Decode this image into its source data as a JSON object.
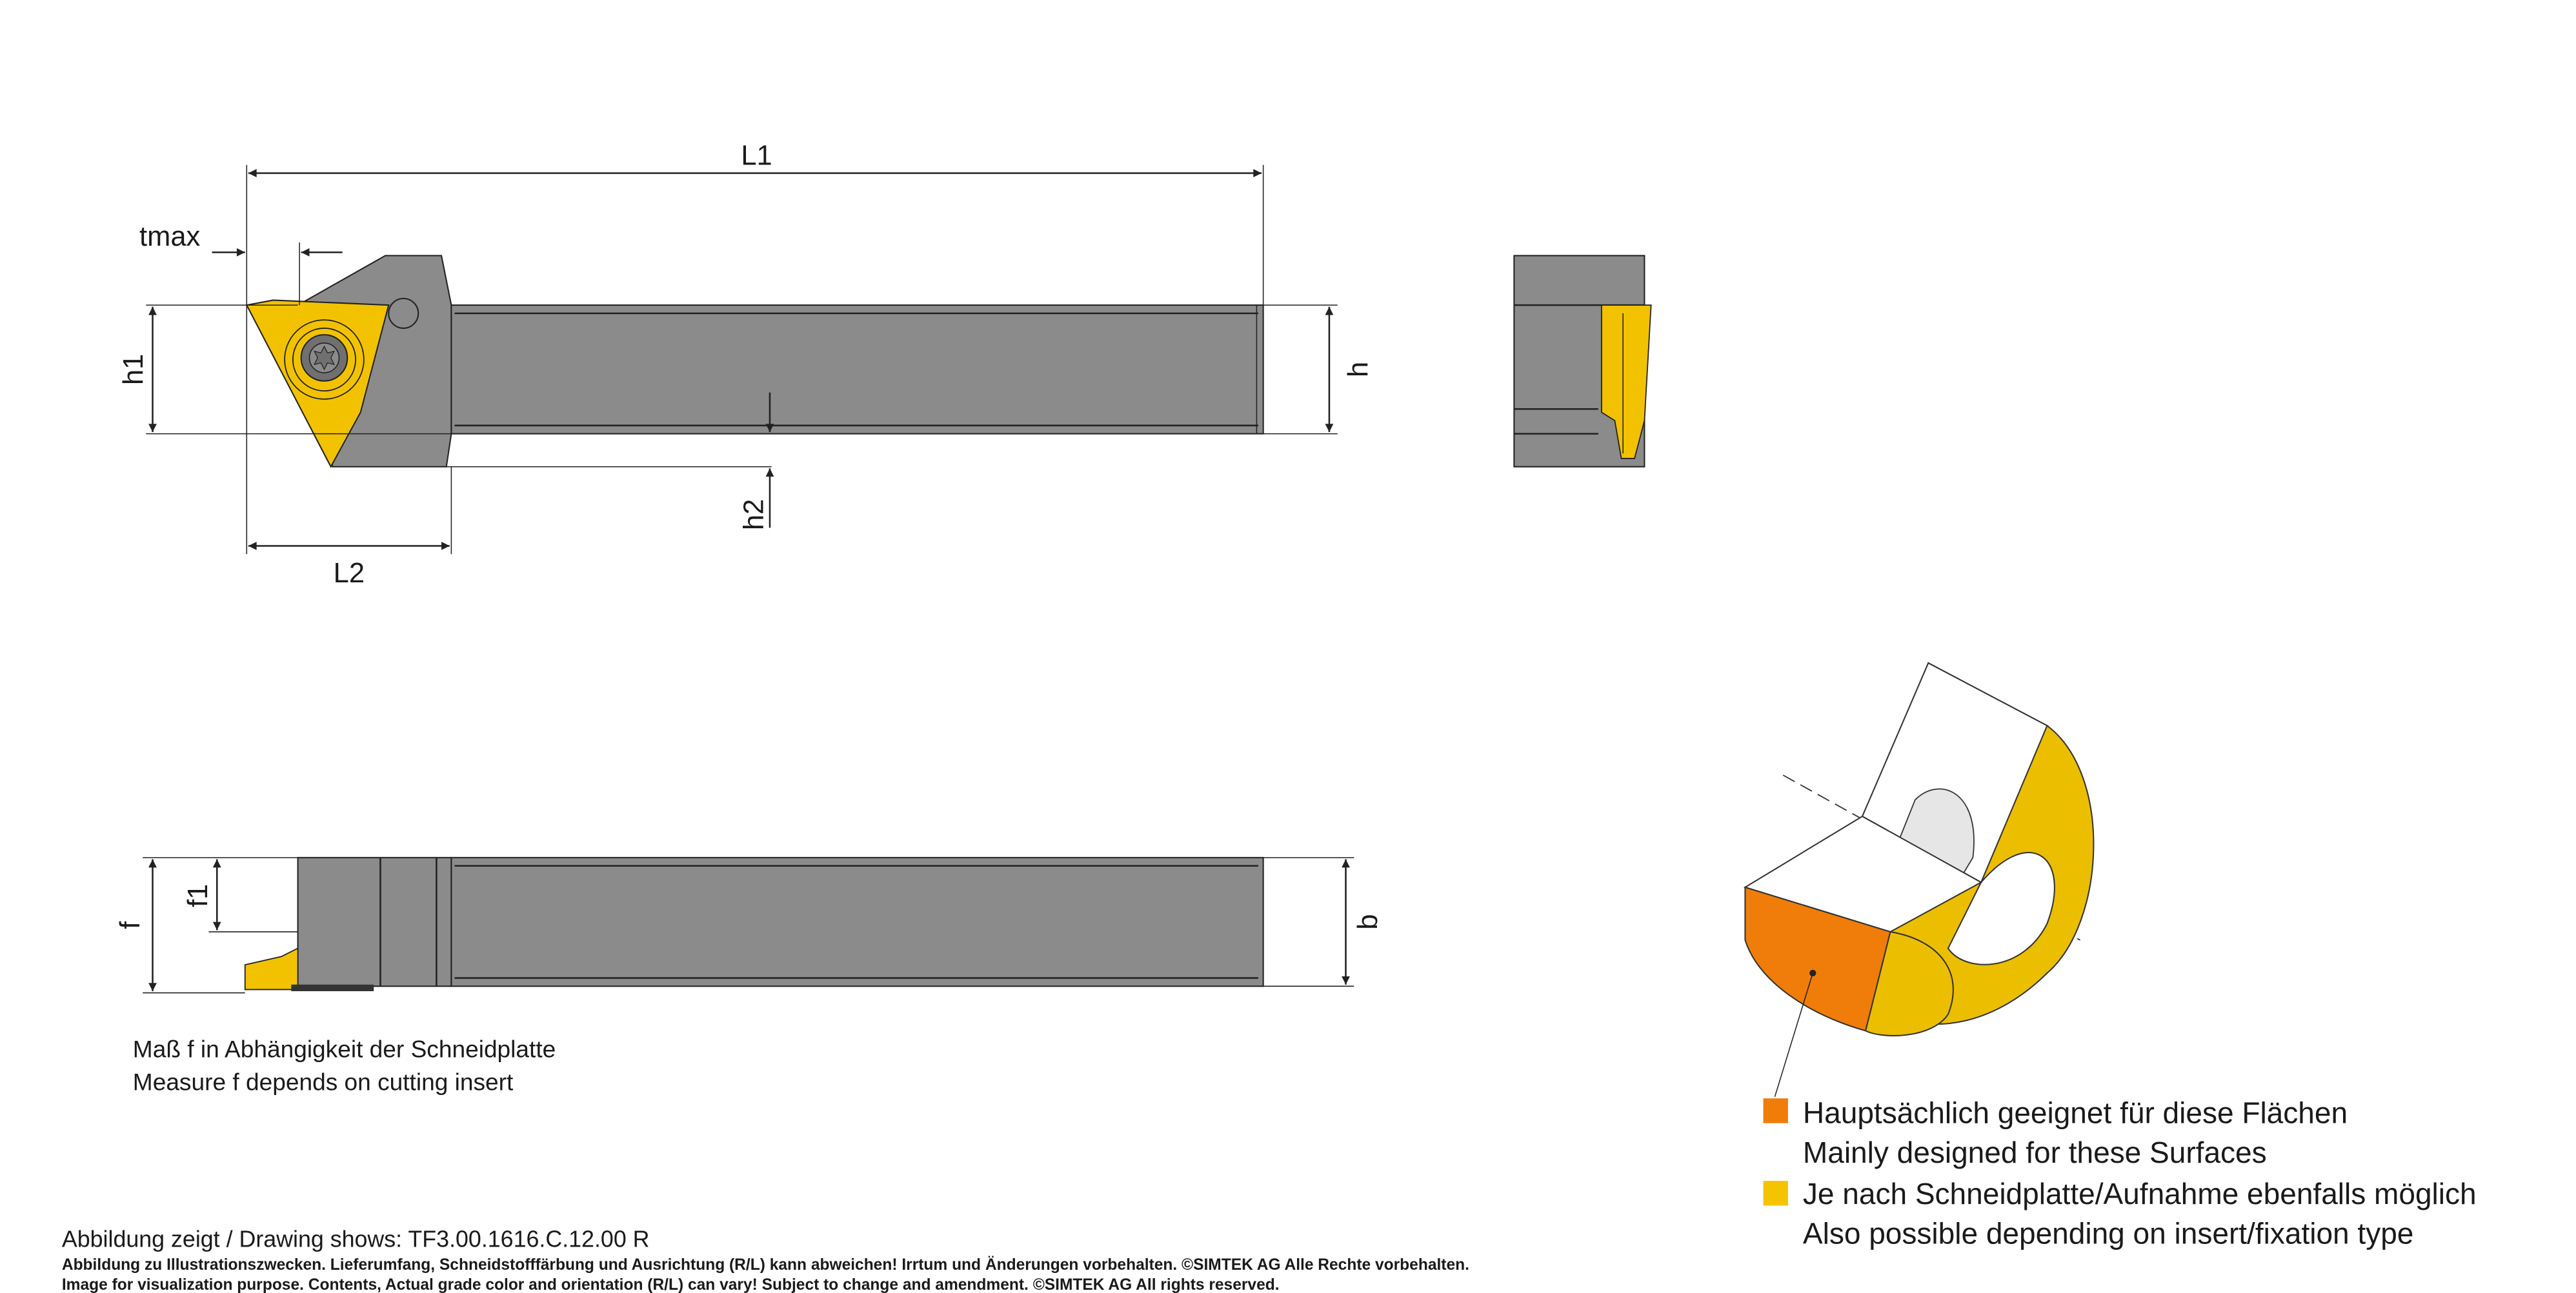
{
  "dimensions": {
    "L1": "L1",
    "L2": "L2",
    "tmax": "tmax",
    "h1": "h1",
    "h": "h",
    "h2": "h2",
    "f": "f",
    "f1": "f1",
    "b": "b"
  },
  "notes": {
    "measure_de": "Maß f in Abhängigkeit der Schneidplatte",
    "measure_en": "Measure f depends on cutting insert"
  },
  "legend": {
    "items": [
      {
        "color": "#F07D0A",
        "label_de": "Hauptsächlich geeignet für diese Flächen",
        "label_en": "Mainly designed for these Surfaces"
      },
      {
        "color": "#F5C400",
        "label_de": "Je nach Schneidplatte/Aufnahme ebenfalls möglich",
        "label_en": "Also possible depending on insert/fixation type"
      }
    ]
  },
  "footer": {
    "drawing_shows": "Abbildung zeigt / Drawing shows: TF3.00.1616.C.12.00 R",
    "disclaimer_de": "Abbildung zu Illustrationszwecken. Lieferumfang, Schneidstofffärbung und Ausrichtung (R/L) kann abweichen! Irrtum und Änderungen vorbehalten. ©SIMTEK AG Alle Rechte vorbehalten.",
    "disclaimer_en": "Image for visualization purpose. Contents, Actual grade color and orientation (R/L) can vary! Subject to change and amendment. ©SIMTEK AG All rights reserved."
  },
  "colors": {
    "tool_body": "#8A8B8A",
    "insert": "#F2C200",
    "orange": "#F07D0A"
  }
}
